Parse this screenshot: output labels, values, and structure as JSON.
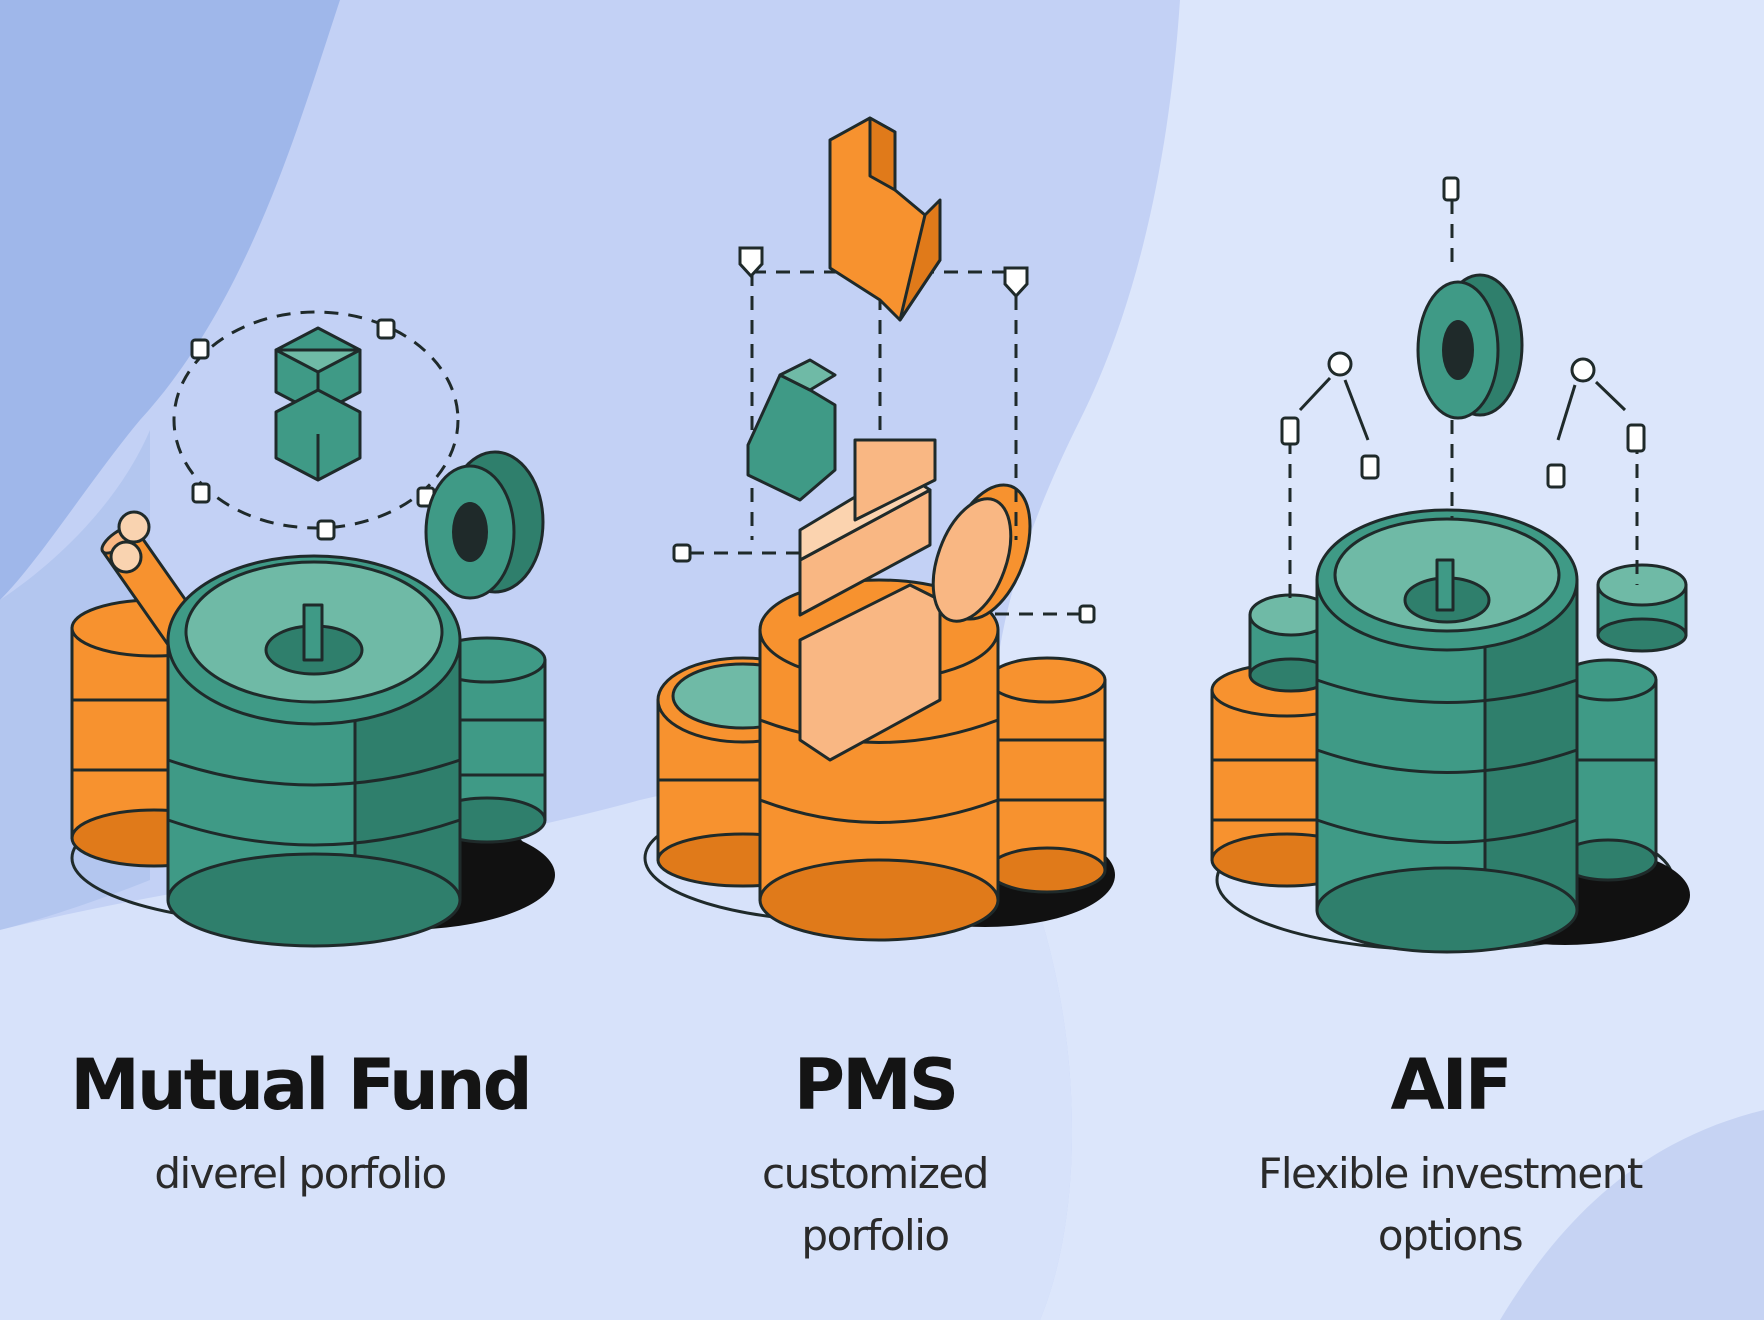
{
  "colors": {
    "background": "#c2d0f4",
    "teal": "#3f9a86",
    "teal_dark": "#2f7f6c",
    "teal_light": "#6fbaa6",
    "orange": "#f7922f",
    "orange_dark": "#e07a1a",
    "peach": "#f9b783",
    "outline": "#1f2a2a"
  },
  "columns": [
    {
      "title": "Mutual Fund",
      "subtitle": "diverel porfolio",
      "icon": "coin-stacks-mutual-fund-icon"
    },
    {
      "title": "PMS",
      "subtitle_lines": [
        "customized",
        "porfolio"
      ],
      "icon": "coin-stacks-pms-icon"
    },
    {
      "title": "AIF",
      "subtitle_lines": [
        "Flexible investment",
        "options"
      ],
      "icon": "coin-stacks-aif-icon"
    }
  ]
}
